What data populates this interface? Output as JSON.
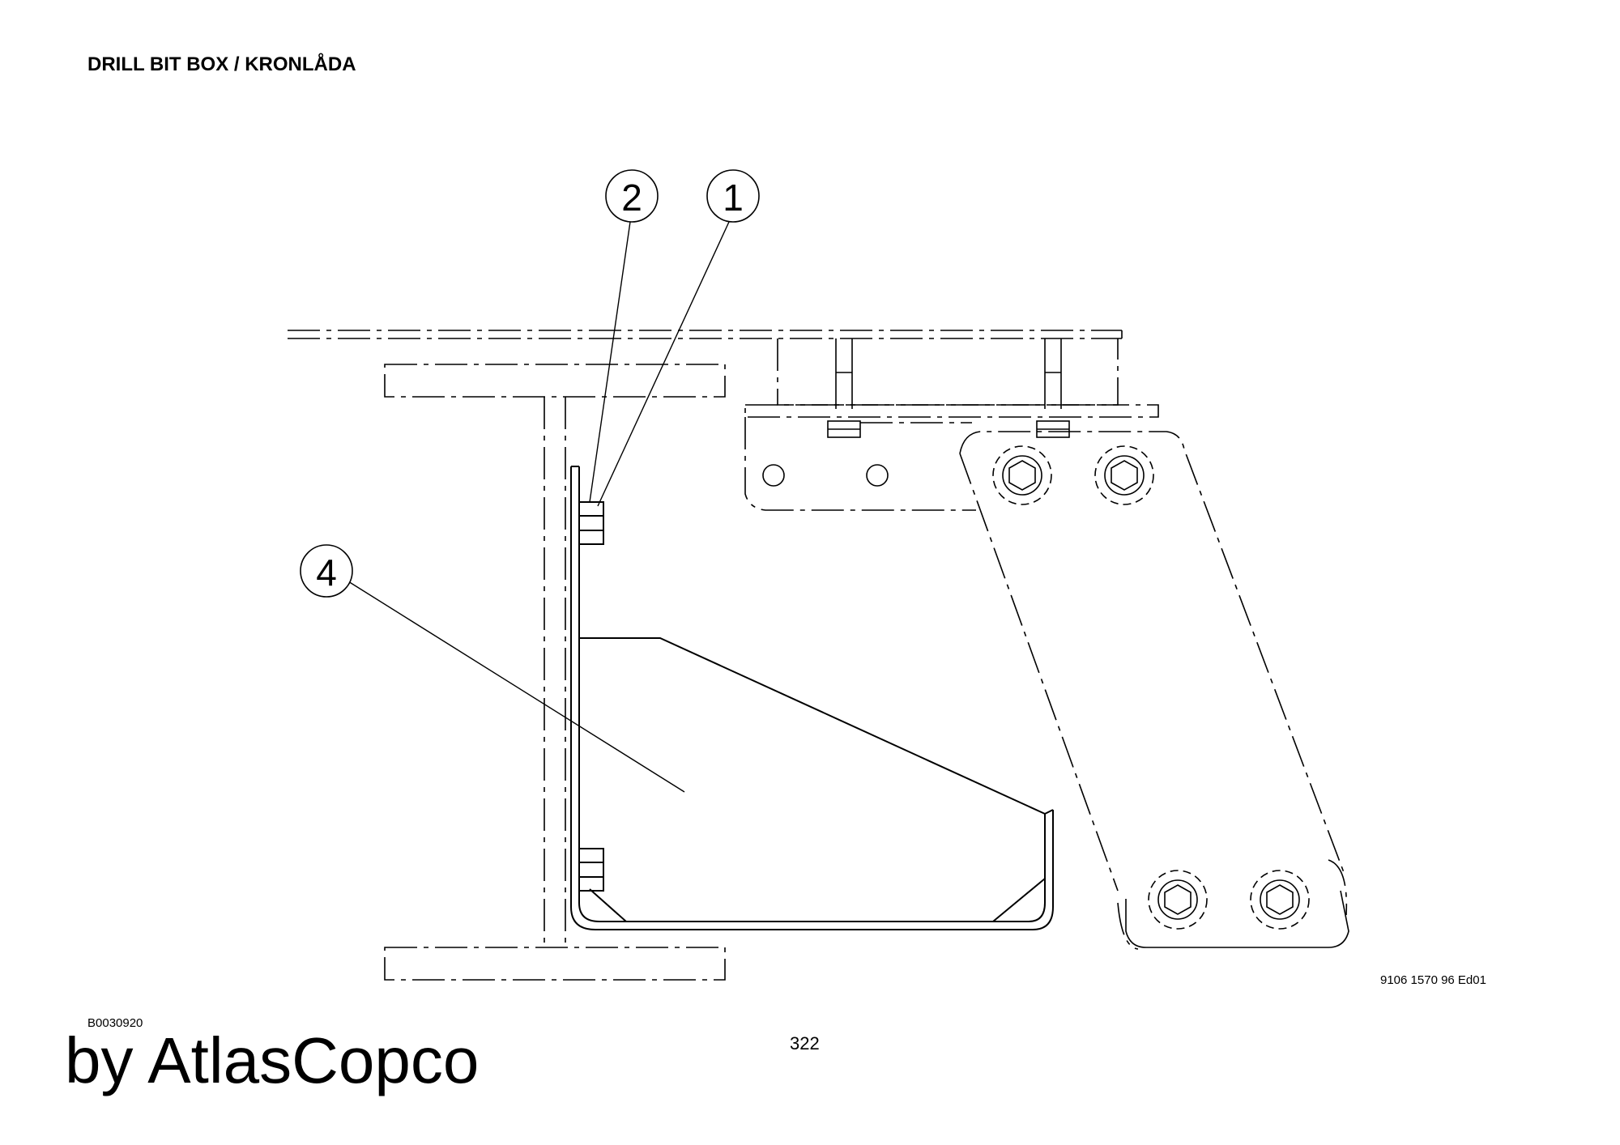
{
  "title": "DRILL BIT BOX / KRONLÅDA",
  "doc_code": "9106 1570 96 Ed01",
  "ref_code": "B0030920",
  "page_number": "322",
  "brand": "by AtlasCopco",
  "callouts": [
    {
      "id": "callout-1",
      "label": "1"
    },
    {
      "id": "callout-2",
      "label": "2"
    },
    {
      "id": "callout-4",
      "label": "4"
    }
  ]
}
